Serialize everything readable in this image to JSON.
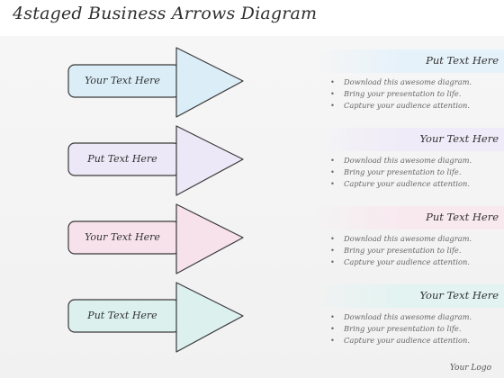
{
  "title": "4staged Business Arrows Diagram",
  "logo": "Your Logo",
  "stages": [
    {
      "box_label": "Your Text Here",
      "heading": "Put Text Here",
      "color": "#dbeef8",
      "band": "#e6f2fa",
      "bullets": [
        "Download this awesome diagram.",
        "Bring your presentation to life.",
        "Capture your audience attention."
      ]
    },
    {
      "box_label": "Put Text Here",
      "heading": "Your Text Here",
      "color": "#ece8f7",
      "band": "#efebf8",
      "bullets": [
        "Download this awesome diagram.",
        "Bring your presentation to life.",
        "Capture your audience attention."
      ]
    },
    {
      "box_label": "Your Text Here",
      "heading": "Put Text Here",
      "color": "#f7e2ec",
      "band": "#f8e9ef",
      "bullets": [
        "Download this awesome diagram.",
        "Bring your presentation to life.",
        "Capture your audience attention."
      ]
    },
    {
      "box_label": "Put Text Here",
      "heading": "Your Text Here",
      "color": "#dcf1ee",
      "band": "#e2f3f1",
      "bullets": [
        "Download this awesome diagram.",
        "Bring your presentation to life.",
        "Capture your audience attention."
      ]
    }
  ]
}
